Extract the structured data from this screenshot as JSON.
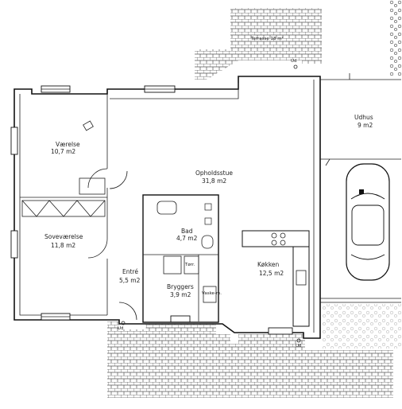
{
  "plan": {
    "rooms": [
      {
        "key": "vaerelse",
        "name": "Værelse",
        "area": "10,7 m2"
      },
      {
        "key": "opholdsstue",
        "name": "Opholdsstue",
        "area": "31,8 m2"
      },
      {
        "key": "sovevaerelse",
        "name": "Soveværelse",
        "area": "11,8 m2"
      },
      {
        "key": "bad",
        "name": "Bad",
        "area": "4,7 m2"
      },
      {
        "key": "entre",
        "name": "Entré",
        "area": "5,5 m2"
      },
      {
        "key": "bryggers",
        "name": "Bryggers",
        "area": "3,9 m2"
      },
      {
        "key": "koekken",
        "name": "Køkken",
        "area": "12,5 m2"
      },
      {
        "key": "udhus",
        "name": "Udhus",
        "area": "9 m2"
      }
    ],
    "terrace": "Terrasse 18 m²",
    "exits": [
      "Ud",
      "Ud",
      "Ud"
    ],
    "appliances": {
      "tumbler": "Tørr.",
      "washer": "Vaske-m."
    }
  },
  "colors": {
    "line": "#111111",
    "paving": "#555555",
    "hedge": "#444444"
  }
}
